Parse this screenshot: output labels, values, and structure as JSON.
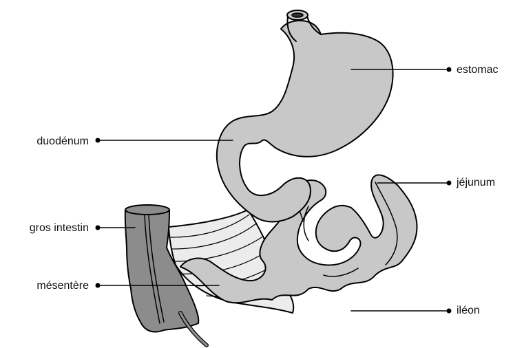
{
  "diagram": {
    "labels": {
      "estomac": "estomac",
      "jejunum": "jéjunum",
      "ileon": "iléon",
      "duodenum": "duodénum",
      "gros_intestin": "gros intestin",
      "mesentere": "mésentère"
    },
    "colors": {
      "organ_light": "#c8c8c8",
      "organ_dark": "#8c8c8c",
      "mesentery": "#ececec",
      "outline": "#000000",
      "background": "#ffffff"
    }
  }
}
